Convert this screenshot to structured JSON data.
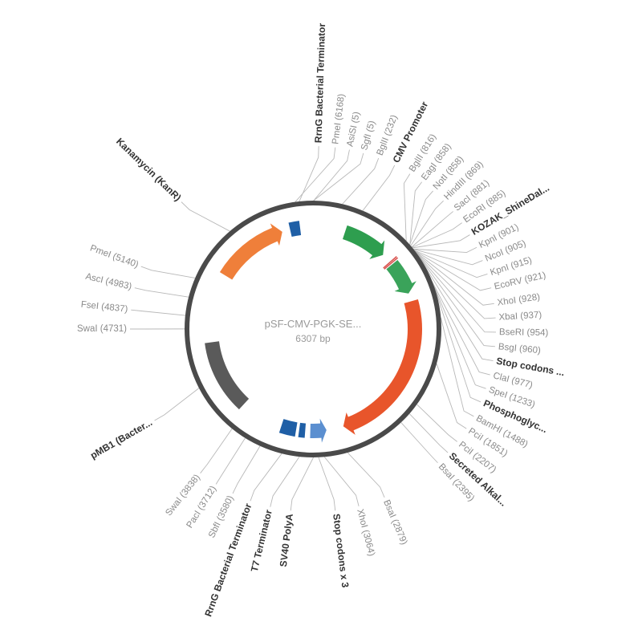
{
  "plasmid": {
    "name": "pSF-CMV-PGK-SE...",
    "length": "6307 bp"
  },
  "colors": {
    "backbone": "#4a4a4a",
    "leader": "#b8b8b8",
    "cmv_promoter": "#2e9e4f",
    "orf_green": "#3aa35a",
    "orange_red": "#e8552b",
    "kanamycin": "#ef7f3a",
    "origin": "#5a5a5a",
    "terminator": "#1f5fa6",
    "polya": "#5b8fd0",
    "site_tick": "#d9534f"
  },
  "features": [
    {
      "name": "pmb1-origin",
      "start": 3900,
      "end": 4600,
      "color": "#5a5a5a",
      "arrow": false
    },
    {
      "name": "kanamycin-resistance",
      "start": 5280,
      "end": 6000,
      "color": "#ef7f3a",
      "arrow": true,
      "dir": 1
    },
    {
      "name": "rrng-terminator-top",
      "start": 6080,
      "end": 6180,
      "color": "#1f5fa6",
      "arrow": false
    },
    {
      "name": "cmv-promoter",
      "start": 320,
      "end": 760,
      "color": "#2e9e4f",
      "arrow": true,
      "dir": 1
    },
    {
      "name": "orf-green",
      "start": 890,
      "end": 1220,
      "color": "#3aa35a",
      "arrow": true,
      "dir": 1
    },
    {
      "name": "secreted-alkaline-phosphatase",
      "start": 1300,
      "end": 2850,
      "color": "#e8552b",
      "arrow": true,
      "dir": 1
    },
    {
      "name": "sv40-polya",
      "start": 3020,
      "end": 3180,
      "color": "#5b8fd0",
      "arrow": true,
      "dir": -1
    },
    {
      "name": "t7-terminator",
      "start": 3230,
      "end": 3290,
      "color": "#1f5fa6",
      "arrow": false
    },
    {
      "name": "rrng-terminator-bottom",
      "start": 3320,
      "end": 3470,
      "color": "#1f5fa6",
      "arrow": false
    }
  ],
  "labels": [
    {
      "text": "RrnG Bacterial Terminator",
      "pos": 6200,
      "angle": 1.8,
      "bold": true
    },
    {
      "text": "PmeI (6168)",
      "pos": 6168,
      "angle": 7.0,
      "bold": false
    },
    {
      "text": "AsiSI (5)",
      "pos": 5,
      "angle": 11.5,
      "bold": false
    },
    {
      "text": "SgfI (5)",
      "pos": 5,
      "angle": 16.0,
      "bold": false
    },
    {
      "text": "BglII (232)",
      "pos": 232,
      "angle": 21.0,
      "bold": false
    },
    {
      "text": "CMV Promoter",
      "pos": 400,
      "angle": 26.5,
      "bold": true
    },
    {
      "text": "BglII (816)",
      "pos": 816,
      "angle": 32.0,
      "bold": false
    },
    {
      "text": "EagI (858)",
      "pos": 858,
      "angle": 36.5,
      "bold": false
    },
    {
      "text": "NotI (858)",
      "pos": 858,
      "angle": 41.0,
      "bold": false
    },
    {
      "text": "HindIII (869)",
      "pos": 869,
      "angle": 45.5,
      "bold": false
    },
    {
      "text": "SacI (881)",
      "pos": 881,
      "angle": 50.0,
      "bold": false
    },
    {
      "text": "EcoRI (885)",
      "pos": 885,
      "angle": 54.5,
      "bold": false
    },
    {
      "text": "KOZAK_ShineDal...",
      "pos": 890,
      "angle": 59.0,
      "bold": true
    },
    {
      "text": "KpnI (901)",
      "pos": 901,
      "angle": 63.5,
      "bold": false
    },
    {
      "text": "NcoI (905)",
      "pos": 905,
      "angle": 68.0,
      "bold": false
    },
    {
      "text": "KpnI (915)",
      "pos": 915,
      "angle": 72.5,
      "bold": false
    },
    {
      "text": "EcoRV (921)",
      "pos": 921,
      "angle": 77.0,
      "bold": false
    },
    {
      "text": "XhoI (928)",
      "pos": 928,
      "angle": 82.0,
      "bold": false
    },
    {
      "text": "XbaI (937)",
      "pos": 937,
      "angle": 86.5,
      "bold": false
    },
    {
      "text": "BseRI (954)",
      "pos": 954,
      "angle": 91.0,
      "bold": false
    },
    {
      "text": "BsgI (960)",
      "pos": 960,
      "angle": 95.5,
      "bold": false
    },
    {
      "text": "Stop codons ...",
      "pos": 970,
      "angle": 100.0,
      "bold": true
    },
    {
      "text": "ClaI (977)",
      "pos": 977,
      "angle": 104.5,
      "bold": false
    },
    {
      "text": "SpeI (1233)",
      "pos": 1233,
      "angle": 109.0,
      "bold": false
    },
    {
      "text": "Phosphoglyc...",
      "pos": 1250,
      "angle": 113.5,
      "bold": true
    },
    {
      "text": "BamHI (1488)",
      "pos": 1488,
      "angle": 118.5,
      "bold": false
    },
    {
      "text": "PciI (1851)",
      "pos": 1851,
      "angle": 123.0,
      "bold": false
    },
    {
      "text": "PciI (2207)",
      "pos": 2207,
      "angle": 128.0,
      "bold": false
    },
    {
      "text": "Secreted Alkal...",
      "pos": 2300,
      "angle": 132.5,
      "bold": true
    },
    {
      "text": "BsaI (2395)",
      "pos": 2395,
      "angle": 137.0,
      "bold": false
    },
    {
      "text": "BsaI (2879)",
      "pos": 2879,
      "angle": 157.0,
      "bold": false
    },
    {
      "text": "XhoI (3064)",
      "pos": 3064,
      "angle": 165.5,
      "bold": false
    },
    {
      "text": "Stop codons x 3",
      "pos": 3110,
      "angle": 173.0,
      "bold": true
    },
    {
      "text": "SV40 PolyA",
      "pos": 3150,
      "angle": 187.0,
      "bold": true
    },
    {
      "text": "T7 Terminator",
      "pos": 3260,
      "angle": 193.5,
      "bold": true
    },
    {
      "text": "RrnG Bacterial Terminator",
      "pos": 3400,
      "angle": 200.0,
      "bold": true
    },
    {
      "text": "SbfI (3580)",
      "pos": 3580,
      "angle": 206.0,
      "bold": false
    },
    {
      "text": "PacI (3712)",
      "pos": 3712,
      "angle": 212.0,
      "bold": false
    },
    {
      "text": "SwaI (3838)",
      "pos": 3838,
      "angle": 218.0,
      "bold": false
    },
    {
      "text": "pMB1 (Bacter...",
      "pos": 4250,
      "angle": 240.0,
      "bold": true
    },
    {
      "text": "SwaI (4731)",
      "pos": 4731,
      "angle": 270.0,
      "bold": false
    },
    {
      "text": "FseI (4837)",
      "pos": 4837,
      "angle": 276.0,
      "bold": false
    },
    {
      "text": "AscI (4983)",
      "pos": 4983,
      "angle": 283.0,
      "bold": false
    },
    {
      "text": "PmeI (5140)",
      "pos": 5140,
      "angle": 290.0,
      "bold": false
    },
    {
      "text": "Kanamycin (KanR)",
      "pos": 5600,
      "angle": 314.0,
      "bold": true
    }
  ]
}
